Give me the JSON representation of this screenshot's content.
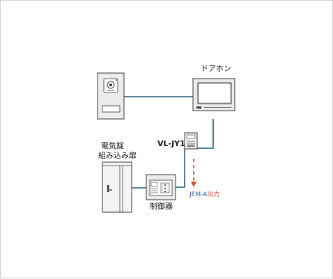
{
  "labels": {
    "door_phone": "ドアホン",
    "adapter": "VL-JY1",
    "lock_line1": "電気錠",
    "lock_line2": "組み込み扉",
    "controller": "制御器",
    "jem_prefix": "JEM-A",
    "jem_suffix": "出力"
  },
  "colors": {
    "wire": "#1e5a78",
    "arrow": "#d04a1c",
    "outline": "#333333",
    "panel": "#ececec"
  }
}
